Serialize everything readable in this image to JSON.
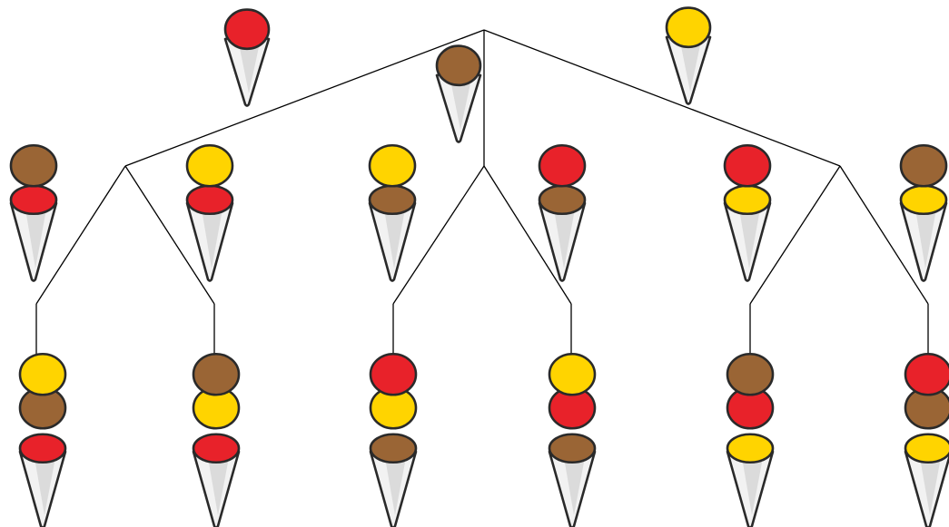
{
  "colors": {
    "red": "#e8222a",
    "brown": "#9a6535",
    "yellow": "#ffd400",
    "outline": "#2a2a2a",
    "cone_fill": "#f2f2f2",
    "cone_shade": "#c9c9c9",
    "line": "#000000"
  },
  "tree": {
    "root_cones": [
      {
        "id": "root-red",
        "scoops": [
          "red"
        ]
      },
      {
        "id": "root-brown",
        "scoops": [
          "brown"
        ]
      },
      {
        "id": "root-yellow",
        "scoops": [
          "yellow"
        ]
      }
    ],
    "level2_cones": [
      {
        "id": "l2-1",
        "scoops": [
          "red",
          "brown"
        ]
      },
      {
        "id": "l2-2",
        "scoops": [
          "red",
          "yellow"
        ]
      },
      {
        "id": "l2-3",
        "scoops": [
          "brown",
          "yellow"
        ]
      },
      {
        "id": "l2-4",
        "scoops": [
          "brown",
          "red"
        ]
      },
      {
        "id": "l2-5",
        "scoops": [
          "yellow",
          "red"
        ]
      },
      {
        "id": "l2-6",
        "scoops": [
          "yellow",
          "brown"
        ]
      }
    ],
    "level3_cones": [
      {
        "id": "l3-1",
        "scoops": [
          "red",
          "brown",
          "yellow"
        ]
      },
      {
        "id": "l3-2",
        "scoops": [
          "red",
          "yellow",
          "brown"
        ]
      },
      {
        "id": "l3-3",
        "scoops": [
          "brown",
          "yellow",
          "red"
        ]
      },
      {
        "id": "l3-4",
        "scoops": [
          "brown",
          "red",
          "yellow"
        ]
      },
      {
        "id": "l3-5",
        "scoops": [
          "yellow",
          "red",
          "brown"
        ]
      },
      {
        "id": "l3-6",
        "scoops": [
          "yellow",
          "brown",
          "red"
        ]
      }
    ]
  }
}
